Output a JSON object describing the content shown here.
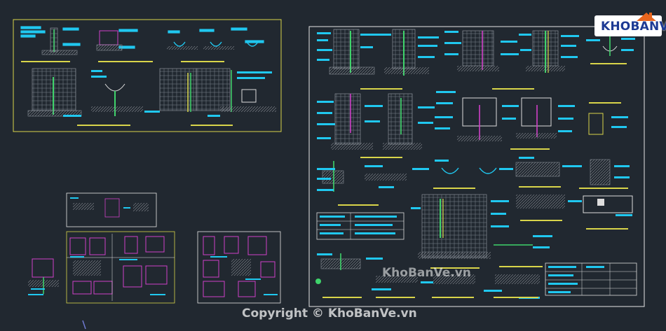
{
  "brand": {
    "logo_text": "KHOBANVE",
    "accent": "#1d3a94",
    "logo_badge": "#e8651d"
  },
  "watermark": {
    "text": "KhoBanVe.vn"
  },
  "copyright": {
    "text": "Copyright © KhoBanVe.vn"
  },
  "colors": {
    "background": "#212830",
    "frame_yellow": "#d9d54a",
    "frame_white": "#e6e6e6",
    "label_cyan": "#20c8f0",
    "pipe_green": "#3fd46b",
    "pipe_magenta": "#d040c8",
    "tile_gray": "#9aa0a8"
  },
  "sheets": {
    "top_left": {
      "name": "wall-fixtures-sheet"
    },
    "main": {
      "name": "main-sanitary-details-sheet"
    },
    "small_a": {
      "name": "small-detail-sheet"
    },
    "small_b": {
      "name": "pipe-riser-sheet"
    },
    "small_c": {
      "name": "section-detail-sheet"
    }
  }
}
